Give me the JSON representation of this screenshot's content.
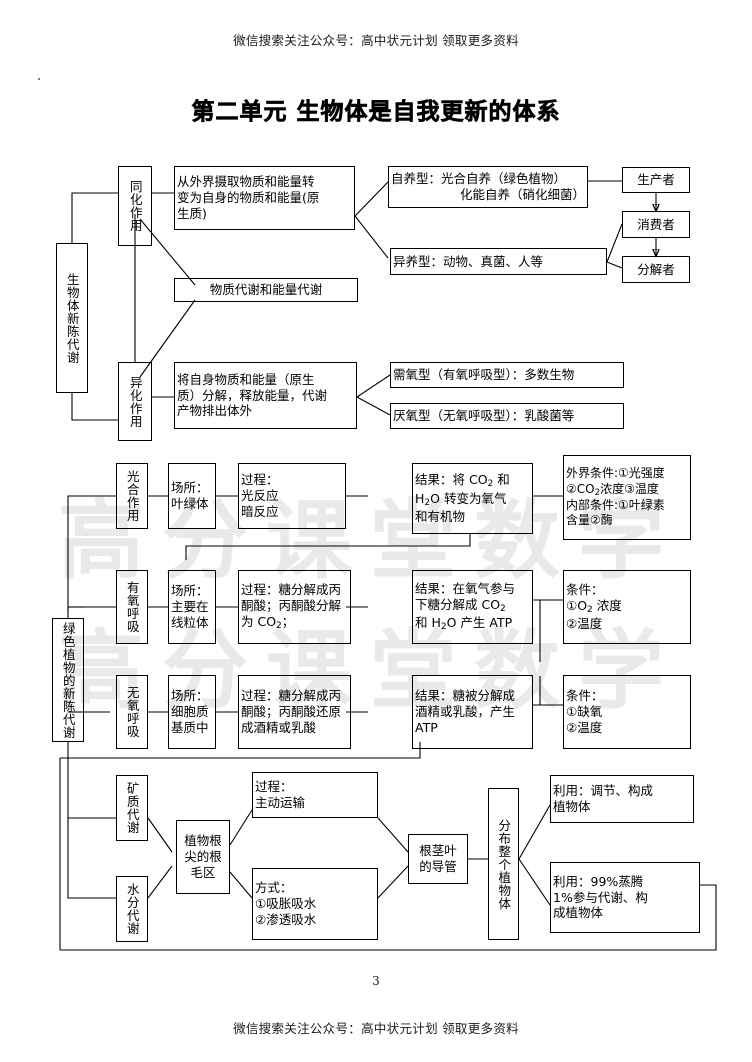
{
  "header": {
    "running_head": "微信搜索关注公众号：高中状元计划 领取更多资料"
  },
  "footer": {
    "page_number": "3",
    "running_foot": "微信搜索关注公众号：高中状元计划 领取更多资料"
  },
  "title": "第二单元  生物体是自我更新的体系",
  "watermark": {
    "text": "高分课堂数学"
  },
  "section1": {
    "root": "生物体新陈代谢",
    "anabolism": {
      "label": "同化作用",
      "desc": [
        "从外界摄取物质和能量转",
        "变为自身的物质和能量(原",
        "生质)"
      ],
      "types": [
        {
          "lines": [
            "自养型：光合自养（绿色植物）",
            "化能自养（硝化细菌）"
          ]
        },
        {
          "lines": [
            "异养型：动物、真菌、人等"
          ]
        }
      ]
    },
    "middle": "物质代谢和能量代谢",
    "catabolism": {
      "label": "异化作用",
      "desc": [
        "将自身物质和能量（原生",
        "质）分解，释放能量，代谢",
        "产物排出体外"
      ],
      "types": [
        {
          "lines": [
            "需氧型（有氧呼吸型）：多数生物"
          ]
        },
        {
          "lines": [
            "厌氧型（无氧呼吸型）：乳酸菌等"
          ]
        }
      ]
    },
    "trophic": [
      "生产者",
      "消费者",
      "分解者"
    ]
  },
  "section2": {
    "root": "绿色植物的新陈代谢",
    "rows": [
      {
        "topic": "光合作用",
        "site": [
          "场所：",
          "叶绿体"
        ],
        "process": [
          "过程：",
          "光反应",
          "暗反应"
        ],
        "result": [
          "结果：将 CO2 和",
          "H2O 转变为氧气",
          "和有机物"
        ],
        "conditions": [
          "外界条件:①光强度",
          "②CO2浓度③温度",
          "内部条件:①叶绿素",
          "含量②酶"
        ]
      },
      {
        "topic": "有氧呼吸",
        "site": [
          "场所：",
          "主要在",
          "线粒体"
        ],
        "process": [
          "过程：糖分解成丙",
          "酮酸；丙酮酸分解",
          "为 CO2；"
        ],
        "result": [
          "结果：在氧气参与",
          "下糖分解成 CO2",
          "和 H2O 产生 ATP"
        ],
        "conditions": [
          "条件：",
          "①O2 浓度",
          "②温度"
        ]
      },
      {
        "topic": "无氧呼吸",
        "site": [
          "场所：",
          "细胞质",
          "基质中"
        ],
        "process": [
          "过程：糖分解成丙",
          "酮酸；丙酮酸还原",
          "成酒精或乳酸"
        ],
        "result": [
          "结果：糖被分解成",
          "酒精或乳酸，产生",
          "ATP"
        ],
        "conditions": [
          "条件：",
          "①缺氧",
          "②温度"
        ]
      }
    ],
    "mineral": "矿质代谢",
    "water": "水分代谢",
    "root_hair": [
      "植物根",
      "尖的根",
      "毛区"
    ],
    "uptake_process": [
      "过程：",
      "主动运输"
    ],
    "uptake_mode": [
      "方式：",
      "①吸胀吸水",
      "②渗透吸水"
    ],
    "vessel": [
      "根茎叶",
      "的导管"
    ],
    "distribution": "分布整个植物体",
    "use_mineral": [
      "利用：调节、构成",
      "植物体"
    ],
    "use_water": [
      "利用：99%蒸腾",
      "1%参与代谢、构",
      "成植物体"
    ]
  }
}
